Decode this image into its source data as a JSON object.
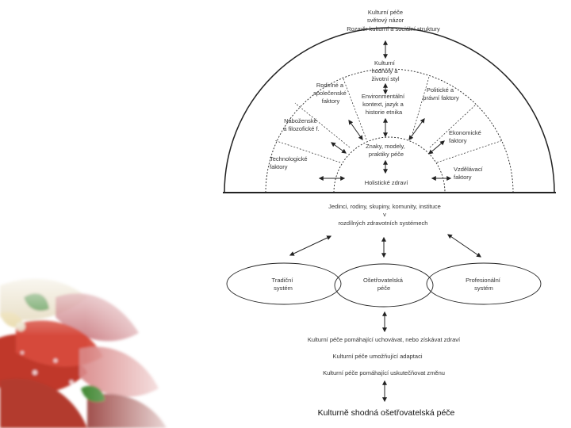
{
  "header": {
    "line1": "Kulturní péče",
    "line2": "světový názor",
    "line3": "Rozměr kulturní a sociální struktury"
  },
  "factors": {
    "cultural_values": [
      "Kulturní",
      "hodnoty a",
      "životní styl"
    ],
    "family_social": [
      "Rodinné a",
      "společenské",
      "faktory"
    ],
    "political_legal": [
      "Politické a",
      "právní faktory"
    ],
    "environmental_context": [
      "Environmentální",
      "kontext, jazyk a",
      "historie etnika"
    ],
    "religious_philosophical": [
      "Náboženské",
      "a filozofické f."
    ],
    "economic": [
      "Ekonomické",
      "faktory"
    ],
    "technological": [
      "Technologické",
      "faktory"
    ],
    "educational": [
      "Vzdělávací",
      "faktory"
    ]
  },
  "center": {
    "knowledge": [
      "Znaky, modely,",
      "praktiky péče"
    ],
    "holistic_health": "Holistické zdraví"
  },
  "individuals": {
    "line1": "Jedinci, rodiny, skupiny, komunity, instituce",
    "line2": "v",
    "line3": "rozdílných zdravotních systémech"
  },
  "systems": {
    "traditional": [
      "Tradiční",
      "systém"
    ],
    "nursing": [
      "Ošetřovatelská",
      "péče"
    ],
    "professional": [
      "Profesionální",
      "systém"
    ]
  },
  "actions": {
    "preserve": "Kulturní péče pomáhající uchovávat, nebo získávat zdraví",
    "adapt": "Kulturní péče umožňující adaptaci",
    "change": "Kulturní péče pomáhající uskutečňovat změnu"
  },
  "result": "Kulturně shodná ošetřovatelská péče",
  "colors": {
    "line": "#222222",
    "text": "#333333",
    "leaf_red": "#c0392b",
    "leaf_green": "#4a8c3a"
  }
}
